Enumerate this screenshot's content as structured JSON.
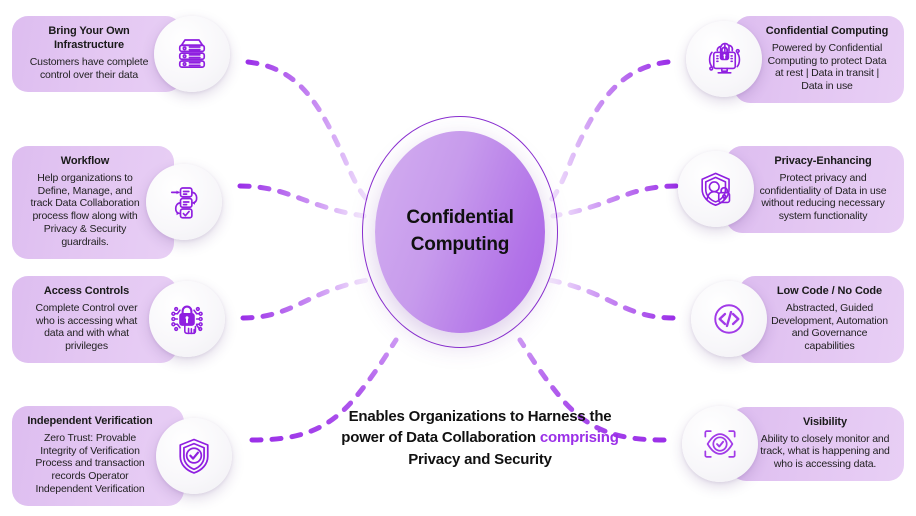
{
  "hub": {
    "line1": "Confidential",
    "line2": "Computing"
  },
  "statement": {
    "part1": "Enables Organizations to Harness the power of Data Collaboration ",
    "highlight": "comprising",
    "part2": " Privacy and Security"
  },
  "colors": {
    "accent": "#9b30e8",
    "icon_stroke": "#8f1fe0",
    "pill_light": "#e8cff5",
    "pill_dark": "#ddbdf0",
    "hub_ring": "#8a2fd0",
    "hub_fill_start": "#d3aef0",
    "hub_fill_end": "#a961e6",
    "connector": "#9b30e8",
    "text": "#1a1a1a"
  },
  "left_nodes": [
    {
      "title": "Bring Your Own Infrastructure",
      "desc": "Customers have complete control over their data",
      "icon": "server-stack-icon"
    },
    {
      "title": "Workflow",
      "desc": "Help organizations to Define, Manage, and track Data Collaboration process flow along with Privacy & Security guardrails.",
      "icon": "workflow-icon"
    },
    {
      "title": "Access Controls",
      "desc": "Complete Control over who is accessing what data and with what privileges",
      "icon": "lock-fingerprint-icon"
    },
    {
      "title": "Independent Verification",
      "desc": "Zero Trust: Provable Integrity of Verification Process and transaction records Operator Independent Verification",
      "icon": "shield-check-icon"
    }
  ],
  "right_nodes": [
    {
      "title": "Confidential Computing",
      "desc": "Powered by Confidential Computing to protect Data at rest | Data in transit | Data in use",
      "icon": "cloud-lock-monitor-icon"
    },
    {
      "title": "Privacy-Enhancing",
      "desc": "Protect privacy and confidentiality of Data in use without reducing necessary system functionality",
      "icon": "shield-user-lock-icon"
    },
    {
      "title": "Low Code / No Code",
      "desc": "Abstracted, Guided Development, Automation and Governance capabilities",
      "icon": "code-circle-icon"
    },
    {
      "title": "Visibility",
      "desc": "Ability to closely monitor and track, what is happening and who is accessing data.",
      "icon": "eye-scan-icon"
    }
  ]
}
